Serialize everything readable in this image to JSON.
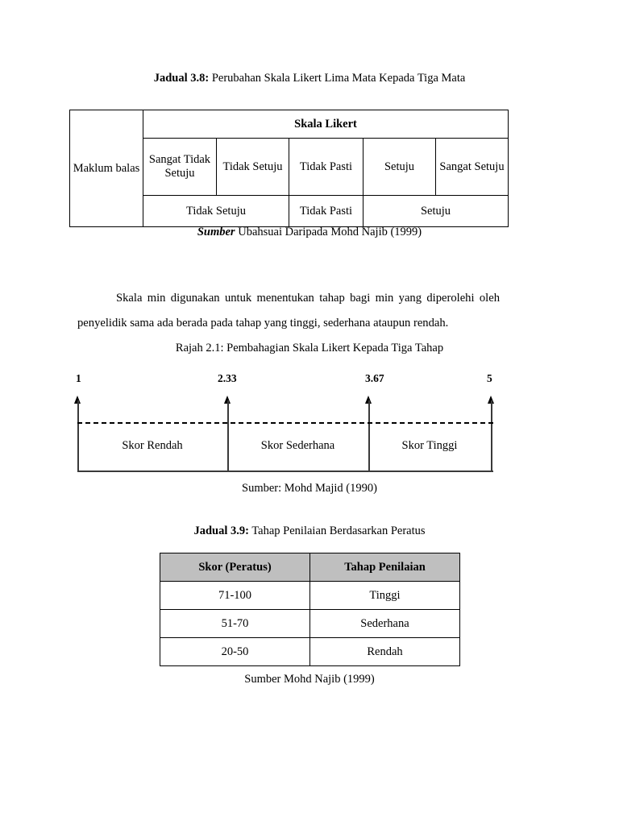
{
  "caption_38": {
    "label": "Jadual 3.8:",
    "text": " Perubahan Skala Likert Lima Mata Kepada Tiga Mata"
  },
  "table_likert": {
    "row_label": "Maklum balas",
    "group_header": "Skala Likert",
    "five_point": [
      "Sangat Tidak Setuju",
      "Tidak Setuju",
      "Tidak Pasti",
      "Setuju",
      "Sangat Setuju"
    ],
    "three_point": [
      "Tidak Setuju",
      "Tidak Pasti",
      "Setuju"
    ]
  },
  "sumber_1": {
    "label": "Sumber",
    "text": " Ubahsuai Daripada Mohd Najib (1999)"
  },
  "paragraph": "Skala min digunakan untuk menentukan tahap bagi min yang diperolehi oleh penyelidik sama ada berada pada tahap yang tinggi, sederhana ataupun rendah.",
  "caption_rajah": "Rajah 2.1: Pembahagian Skala Likert Kepada Tiga Tahap",
  "chart_data": {
    "type": "bar",
    "title": "Rajah 2.1: Pembahagian Skala Likert Kepada Tiga Tahap",
    "xlabel": "",
    "ylabel": "",
    "xlim": [
      1,
      5
    ],
    "grid": false,
    "legend": "none",
    "tick_labels": [
      "1",
      "2.33",
      "3.67",
      "5"
    ],
    "tick_values": [
      1,
      2.33,
      3.67,
      5
    ],
    "categories": [
      "Skor Rendah",
      "Skor Sederhana",
      "Skor Tinggi"
    ],
    "ranges": [
      [
        1,
        2.33
      ],
      [
        2.33,
        3.67
      ],
      [
        3.67,
        5
      ]
    ],
    "values": [
      1.33,
      1.34,
      1.33
    ],
    "annotations": [
      "Skor Rendah",
      "Skor Sederhana",
      "Skor Tinggi"
    ]
  },
  "sumber_2": "Sumber:  Mohd Majid (1990)",
  "caption_39": {
    "label": "Jadual 3.9:",
    "text": " Tahap Penilaian Berdasarkan Peratus"
  },
  "table_penilaian": {
    "headers": [
      "Skor (Peratus)",
      "Tahap Penilaian"
    ],
    "rows": [
      [
        "71-100",
        "Tinggi"
      ],
      [
        "51-70",
        "Sederhana"
      ],
      [
        "20-50",
        "Rendah"
      ]
    ],
    "header_bg": "#bfbfbf"
  },
  "sumber_3": "Sumber Mohd Najib (1999)"
}
